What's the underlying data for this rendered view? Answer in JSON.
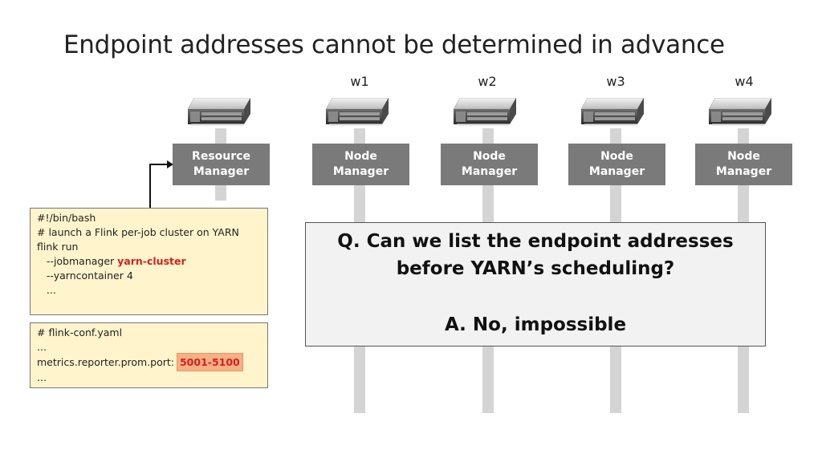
{
  "title": "Endpoint addresses cannot be determined in advance",
  "workers": [
    "w1",
    "w2",
    "w3",
    "w4"
  ],
  "resource_manager": {
    "label": "Resource\nManager"
  },
  "node_managers": [
    "Node\nManager",
    "Node\nManager",
    "Node\nManager",
    "Node\nManager"
  ],
  "script_note": {
    "lines": [
      "#!/bin/bash",
      "",
      "# launch a Flink per-job cluster on YARN",
      "flink run"
    ],
    "jobmanager_prefix": "   --jobmanager ",
    "jobmanager_value": "yarn-cluster",
    "yarncontainer": "   --yarncontainer 4",
    "ellipsis": "   ..."
  },
  "config_note": {
    "line1": "# flink-conf.yaml",
    "line2": "...",
    "port_key": "metrics.reporter.prom.port: ",
    "port_value": "5001-5100",
    "line4": "..."
  },
  "qa": {
    "question_line1": "Q. Can we list the endpoint addresses",
    "question_line2": "before YARN’s scheduling?",
    "answer": "A. No, impossible"
  },
  "colors": {
    "manager_box": "#7a7a7a",
    "note_bg": "#fff4cc",
    "highlight": "#f4b183",
    "accent_red": "#d42020"
  }
}
